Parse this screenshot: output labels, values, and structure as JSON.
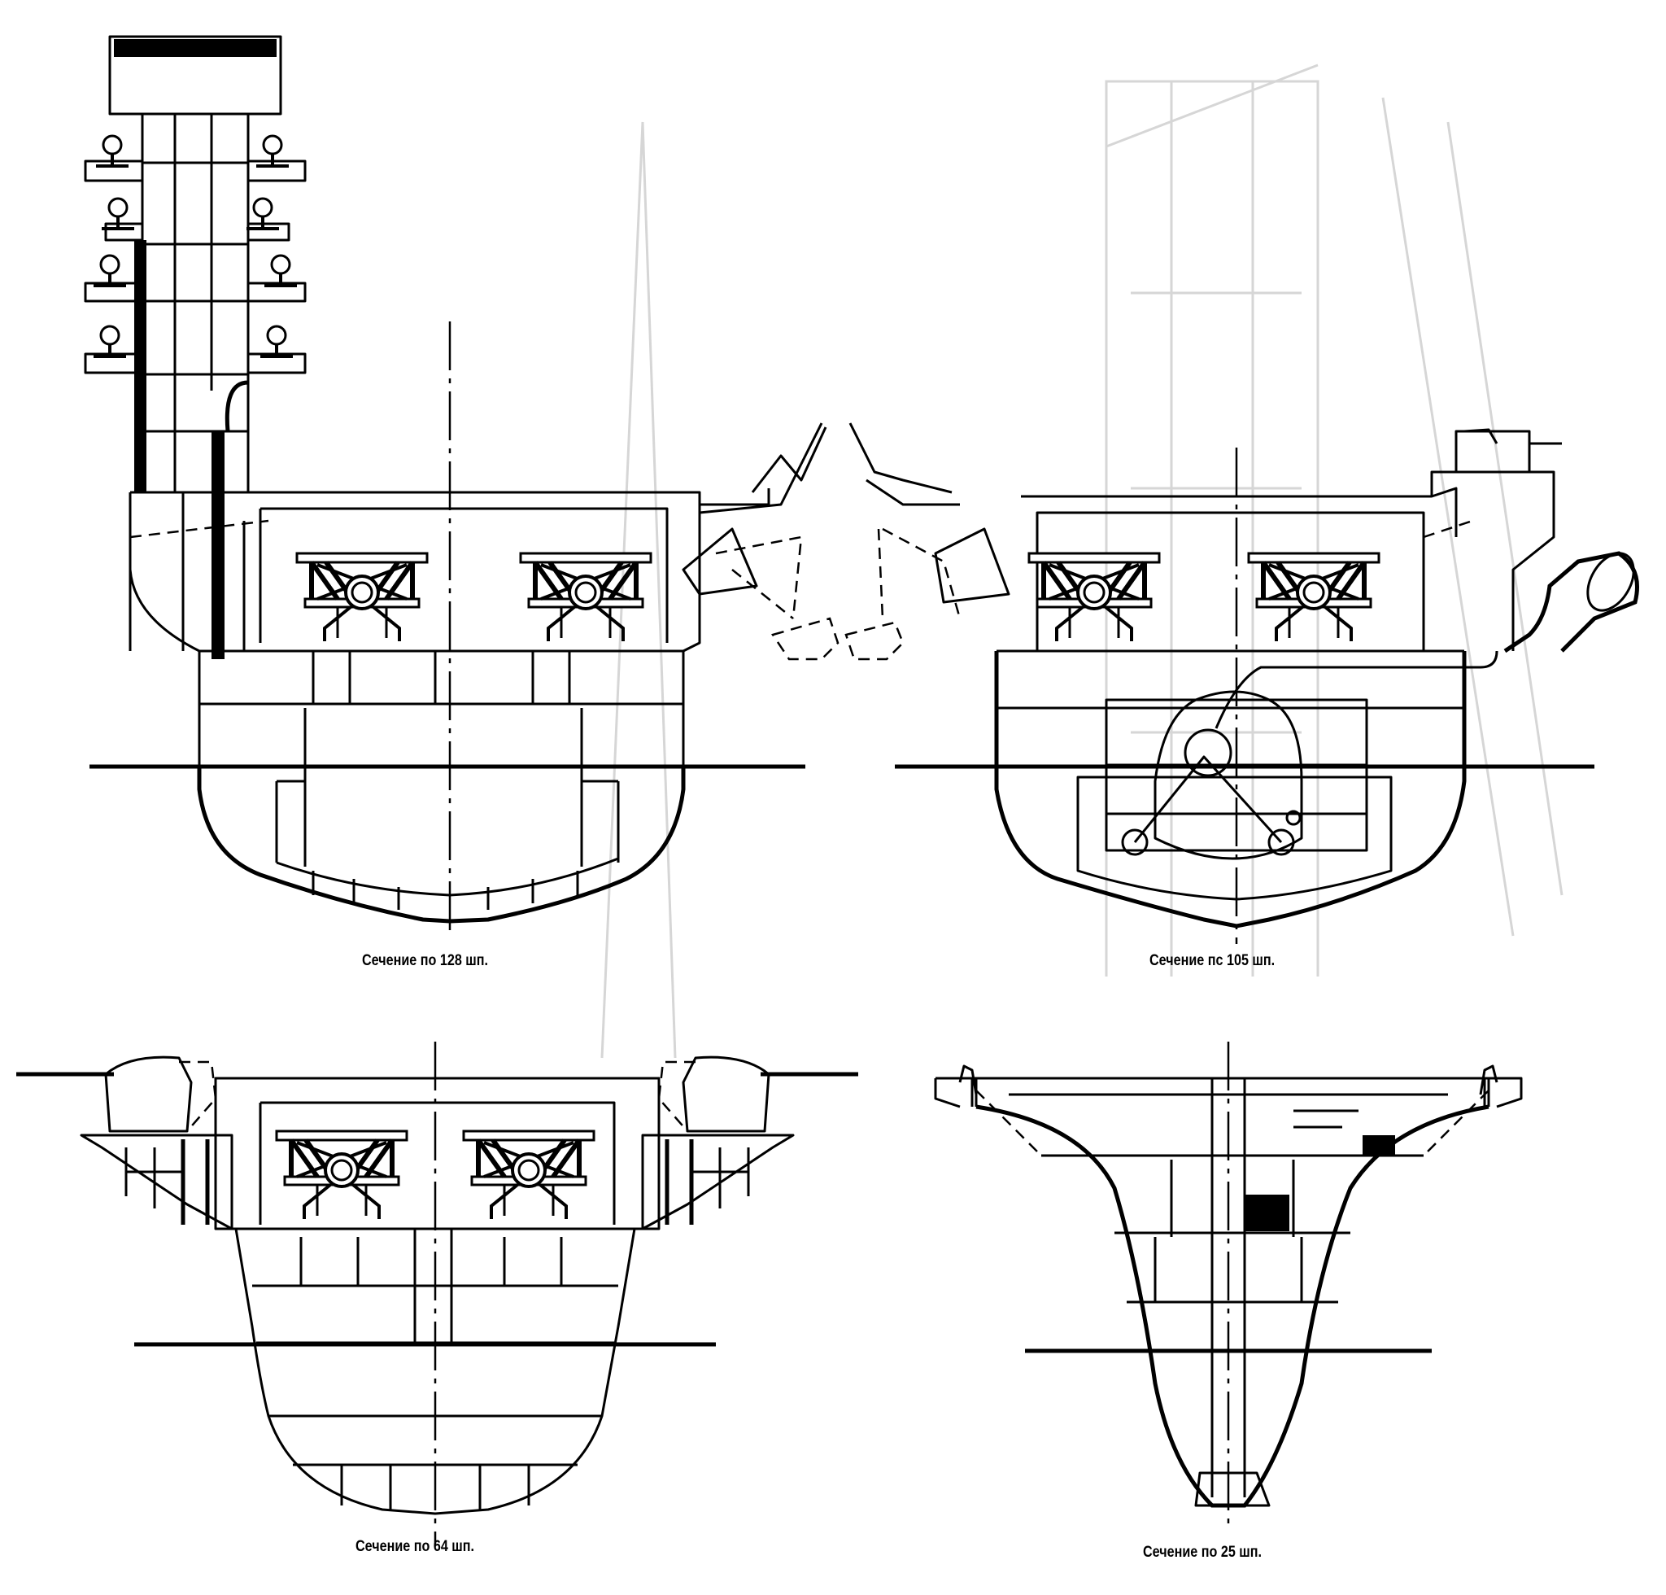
{
  "sections": [
    {
      "caption": "Сечение по 128 шп."
    },
    {
      "caption": "Сечение пс 105 шп."
    },
    {
      "caption": "Сечение по 64 шп."
    },
    {
      "caption": "Сечение по 25 шп."
    }
  ]
}
